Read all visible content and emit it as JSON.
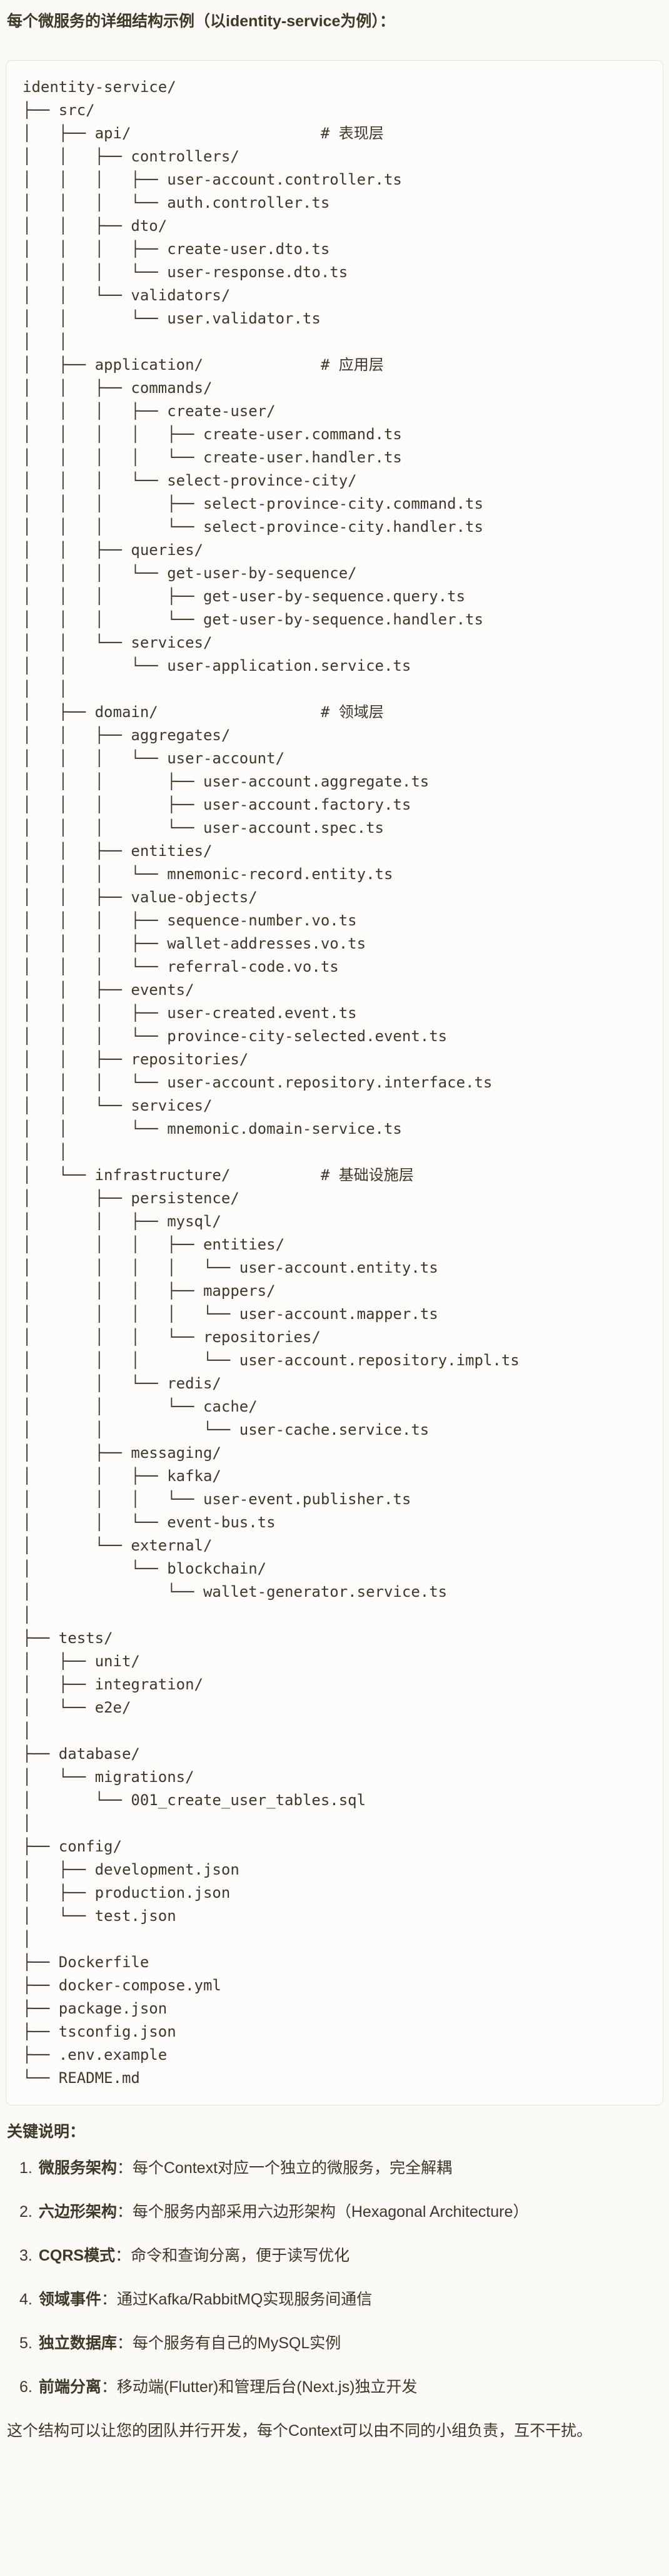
{
  "page": {
    "background": "#FAF9F5",
    "text_color": "#3D3929",
    "code_background": "#FDFCFA",
    "code_border": "#E7E4DC"
  },
  "title": "每个微服务的详细结构示例（以identity-service为例）：",
  "code": {
    "lines": [
      "identity-service/",
      "├── src/",
      "│   ├── api/                     # 表现层",
      "│   │   ├── controllers/",
      "│   │   │   ├── user-account.controller.ts",
      "│   │   │   └── auth.controller.ts",
      "│   │   ├── dto/",
      "│   │   │   ├── create-user.dto.ts",
      "│   │   │   └── user-response.dto.ts",
      "│   │   └── validators/",
      "│   │       └── user.validator.ts",
      "│   │",
      "│   ├── application/             # 应用层",
      "│   │   ├── commands/",
      "│   │   │   ├── create-user/",
      "│   │   │   │   ├── create-user.command.ts",
      "│   │   │   │   └── create-user.handler.ts",
      "│   │   │   └── select-province-city/",
      "│   │   │       ├── select-province-city.command.ts",
      "│   │   │       └── select-province-city.handler.ts",
      "│   │   ├── queries/",
      "│   │   │   └── get-user-by-sequence/",
      "│   │   │       ├── get-user-by-sequence.query.ts",
      "│   │   │       └── get-user-by-sequence.handler.ts",
      "│   │   └── services/",
      "│   │       └── user-application.service.ts",
      "│   │",
      "│   ├── domain/                  # 领域层",
      "│   │   ├── aggregates/",
      "│   │   │   └── user-account/",
      "│   │   │       ├── user-account.aggregate.ts",
      "│   │   │       ├── user-account.factory.ts",
      "│   │   │       └── user-account.spec.ts",
      "│   │   ├── entities/",
      "│   │   │   └── mnemonic-record.entity.ts",
      "│   │   ├── value-objects/",
      "│   │   │   ├── sequence-number.vo.ts",
      "│   │   │   ├── wallet-addresses.vo.ts",
      "│   │   │   └── referral-code.vo.ts",
      "│   │   ├── events/",
      "│   │   │   ├── user-created.event.ts",
      "│   │   │   └── province-city-selected.event.ts",
      "│   │   ├── repositories/",
      "│   │   │   └── user-account.repository.interface.ts",
      "│   │   └── services/",
      "│   │       └── mnemonic.domain-service.ts",
      "│   │",
      "│   └── infrastructure/          # 基础设施层",
      "│       ├── persistence/",
      "│       │   ├── mysql/",
      "│       │   │   ├── entities/",
      "│       │   │   │   └── user-account.entity.ts",
      "│       │   │   ├── mappers/",
      "│       │   │   │   └── user-account.mapper.ts",
      "│       │   │   └── repositories/",
      "│       │   │       └── user-account.repository.impl.ts",
      "│       │   └── redis/",
      "│       │       └── cache/",
      "│       │           └── user-cache.service.ts",
      "│       ├── messaging/",
      "│       │   ├── kafka/",
      "│       │   │   └── user-event.publisher.ts",
      "│       │   └── event-bus.ts",
      "│       └── external/",
      "│           └── blockchain/",
      "│               └── wallet-generator.service.ts",
      "│",
      "├── tests/",
      "│   ├── unit/",
      "│   ├── integration/",
      "│   └── e2e/",
      "│",
      "├── database/",
      "│   └── migrations/",
      "│       └── 001_create_user_tables.sql",
      "│",
      "├── config/",
      "│   ├── development.json",
      "│   ├── production.json",
      "│   └── test.json",
      "│",
      "├── Dockerfile",
      "├── docker-compose.yml",
      "├── package.json",
      "├── tsconfig.json",
      "├── .env.example",
      "└── README.md"
    ]
  },
  "notes": {
    "heading": "关键说明：",
    "items": [
      {
        "number": "1.",
        "label": "微服务架构",
        "text": "：每个Context对应一个独立的微服务，完全解耦"
      },
      {
        "number": "2.",
        "label": "六边形架构",
        "text": "：每个服务内部采用六边形架构（Hexagonal Architecture）"
      },
      {
        "number": "3.",
        "label": "CQRS模式",
        "text": "：命令和查询分离，便于读写优化"
      },
      {
        "number": "4.",
        "label": "领域事件",
        "text": "：通过Kafka/RabbitMQ实现服务间通信"
      },
      {
        "number": "5.",
        "label": "独立数据库",
        "text": "：每个服务有自己的MySQL实例"
      },
      {
        "number": "6.",
        "label": "前端分离",
        "text": "：移动端(Flutter)和管理后台(Next.js)独立开发"
      }
    ]
  },
  "footer": "这个结构可以让您的团队并行开发，每个Context可以由不同的小组负责，互不干扰。"
}
